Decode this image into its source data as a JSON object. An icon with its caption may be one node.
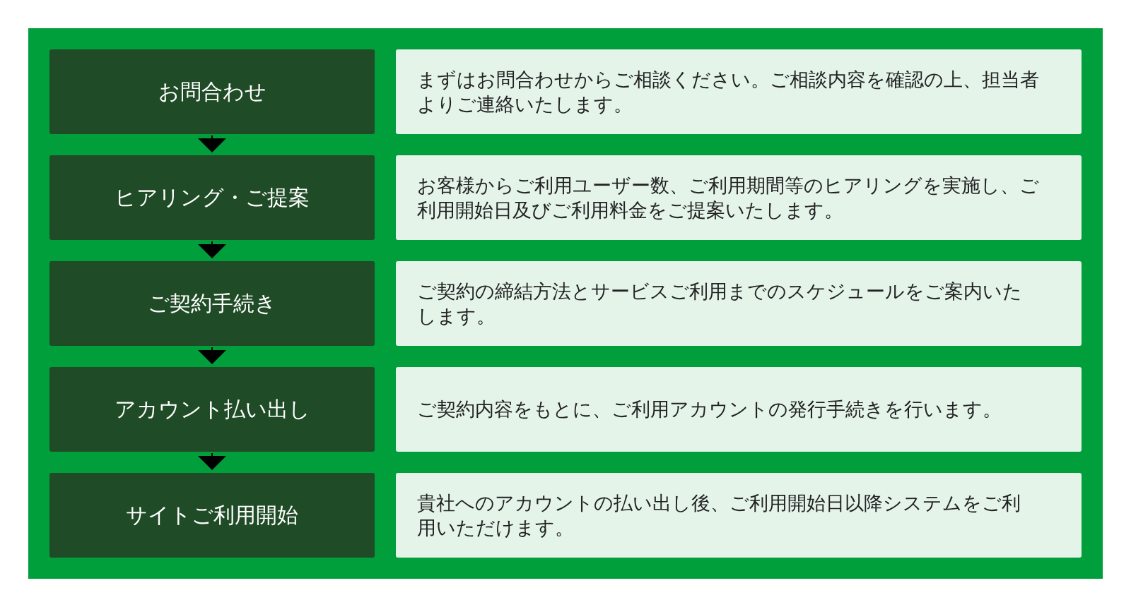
{
  "diagram": {
    "nodes": [
      {
        "text": [
          "お問合わせ"
        ]
      },
      {
        "text": [
          "まずはお問合わせからご相談ください。ご相談内容を確認の上、担当者よりご連絡いたします。"
        ]
      },
      {
        "text": [
          "ヒアリング・ご提案"
        ]
      },
      {
        "text": [
          "お客様からご利用ユーザー数、ご利用期間等のヒアリングを実施し、ご利用開始日及びご利用料金をご提案いたします。"
        ]
      },
      {
        "text": [
          "ご契約手続き"
        ]
      },
      {
        "text": [
          "ご契約の締結方法とサービスご利用までのスケジュールをご案内いたします。"
        ]
      },
      {
        "text": [
          "アカウント払い出し"
        ]
      },
      {
        "text": [
          "ご契約内容をもとに、ご利用アカウントの発行手続きを行います。"
        ]
      },
      {
        "text": [
          "サイトご利用開始"
        ]
      },
      {
        "text": [
          "貴社へのアカウントの払い出し後、ご利用開始日以降システムをご利用いただけます。"
        ]
      }
    ],
    "edges": [
      {
        "from": 0,
        "to": 2,
        "arrow": "to"
      },
      {
        "from": 2,
        "to": 4,
        "arrow": "to"
      },
      {
        "from": 4,
        "to": 6,
        "arrow": "to"
      },
      {
        "from": 6,
        "to": 8,
        "arrow": "to"
      }
    ]
  }
}
